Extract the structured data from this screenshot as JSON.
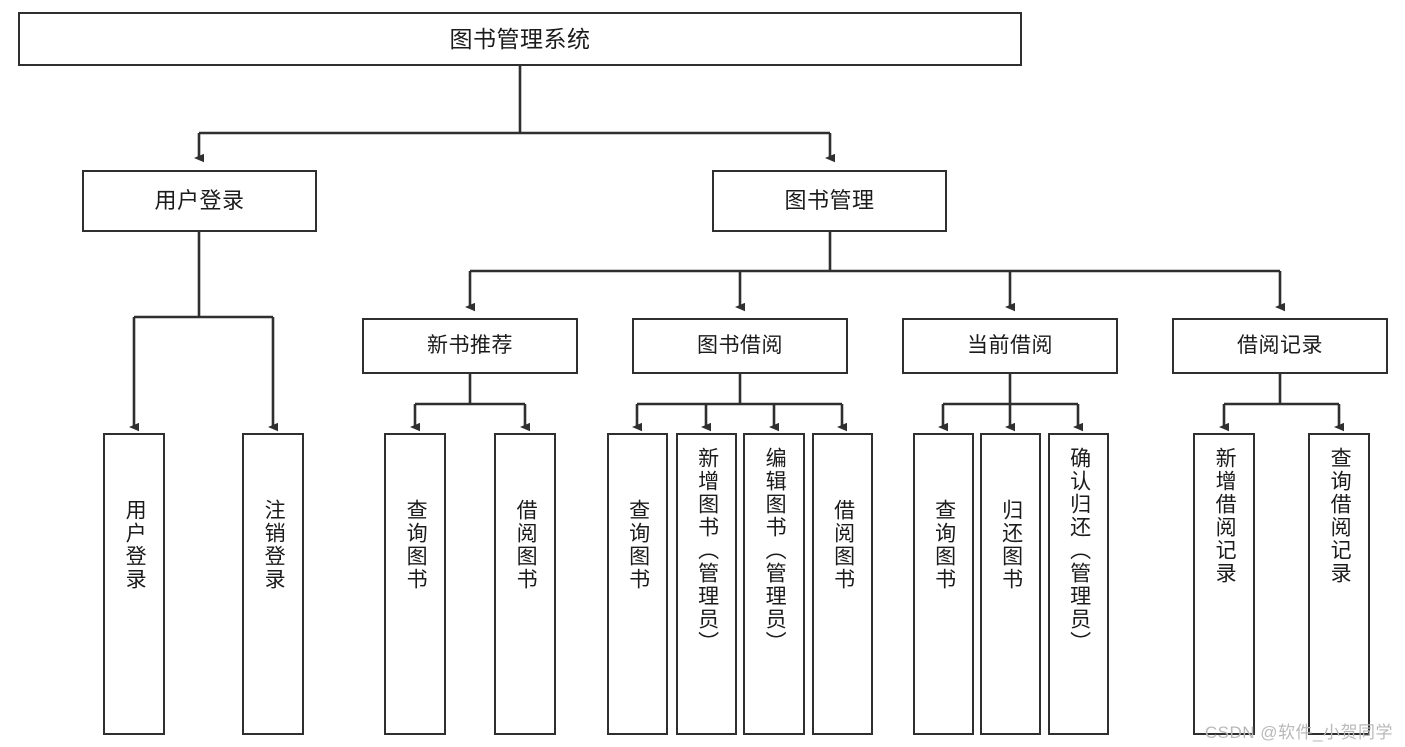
{
  "diagram": {
    "title": "图书管理系统",
    "type": "tree-hierarchy-diagram",
    "colors": {
      "box_border": "#2f2f2f",
      "box_fill": "#ffffff",
      "connector": "#2f2f2f",
      "text": "#1b1b1b",
      "watermark": "#b9b9b9",
      "background": "#ffffff"
    },
    "watermark": "CSDN @软件_小贺同学",
    "nodes": {
      "root": {
        "label": "图书管理系统"
      },
      "level2": [
        {
          "id": "user-login",
          "label": "用户登录"
        },
        {
          "id": "book-management",
          "label": "图书管理"
        }
      ],
      "level3": [
        {
          "id": "new-book-recommend",
          "label": "新书推荐"
        },
        {
          "id": "book-borrow",
          "label": "图书借阅"
        },
        {
          "id": "current-borrow",
          "label": "当前借阅"
        },
        {
          "id": "borrow-record",
          "label": "借阅记录"
        }
      ],
      "leaves": {
        "user-login": [
          {
            "id": "leaf-user-login",
            "label": "用户登录"
          },
          {
            "id": "leaf-logout",
            "label": "注销登录"
          }
        ],
        "new-book-recommend": [
          {
            "id": "leaf-query-book-1",
            "label": "查询图书"
          },
          {
            "id": "leaf-borrow-book-1",
            "label": "借阅图书"
          }
        ],
        "book-borrow": [
          {
            "id": "leaf-query-book-2",
            "label": "查询图书"
          },
          {
            "id": "leaf-add-book",
            "label": "新增图书（管理员）"
          },
          {
            "id": "leaf-edit-book",
            "label": "编辑图书（管理员）"
          },
          {
            "id": "leaf-borrow-book-2",
            "label": "借阅图书"
          }
        ],
        "current-borrow": [
          {
            "id": "leaf-query-book-3",
            "label": "查询图书"
          },
          {
            "id": "leaf-return-book",
            "label": "归还图书"
          },
          {
            "id": "leaf-confirm-return",
            "label": "确认归还（管理员）"
          }
        ],
        "borrow-record": [
          {
            "id": "leaf-add-record",
            "label": "新增借阅记录"
          },
          {
            "id": "leaf-query-record",
            "label": "查询借阅记录"
          }
        ]
      }
    }
  }
}
